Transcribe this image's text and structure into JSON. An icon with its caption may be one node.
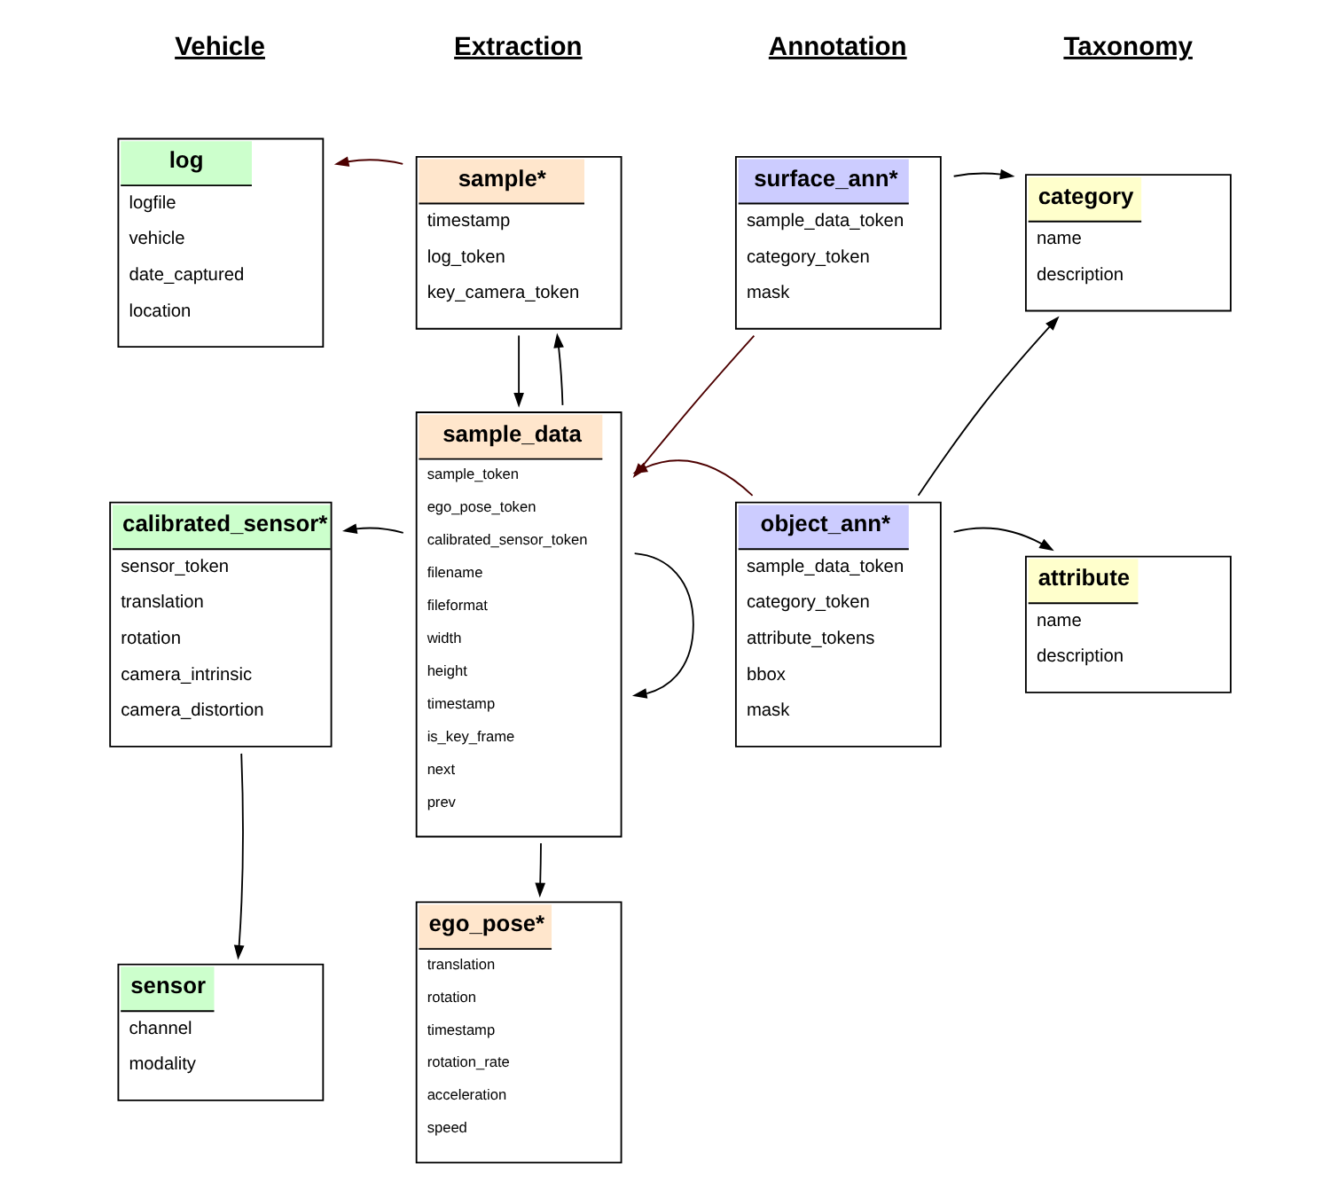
{
  "diagram": {
    "nodes": [
      {
        "text": [
          "log",
          "logfile",
          "vehicle",
          "date_captured",
          "location"
        ]
      },
      {
        "text": [
          "sample*",
          "timestamp",
          "log_token",
          "key_camera_token"
        ]
      },
      {
        "text": [
          "surface_ann*",
          "sample_data_token",
          "category_token",
          "mask"
        ]
      },
      {
        "text": [
          "category",
          "name",
          "description"
        ]
      },
      {
        "text": [
          "calibrated_sensor*",
          "sensor_token",
          "translation",
          "rotation",
          "camera_intrinsic",
          "camera_distortion"
        ]
      },
      {
        "text": [
          "sample_data",
          "sample_token",
          "ego_pose_token",
          "calibrated_sensor_token",
          "filename",
          "fileformat",
          "width",
          "height",
          "timestamp",
          "is_key_frame",
          "next",
          "prev"
        ]
      },
      {
        "text": [
          "object_ann*",
          "sample_data_token",
          "category_token",
          "attribute_tokens",
          "bbox",
          "mask"
        ]
      },
      {
        "text": [
          "attribute",
          "name",
          "description"
        ]
      },
      {
        "text": [
          "sensor",
          "channel",
          "modality"
        ]
      },
      {
        "text": [
          "ego_pose*",
          "translation",
          "rotation",
          "timestamp",
          "rotation_rate",
          "acceleration",
          "speed"
        ]
      }
    ],
    "edges": [
      {
        "from": 1,
        "to": 0,
        "arrow": "to",
        "color": "#4d0000"
      },
      {
        "from": 1,
        "to": 5,
        "arrow": "to"
      },
      {
        "from": 5,
        "to": 1,
        "arrow": "to"
      },
      {
        "from": 5,
        "to": 5,
        "arrow": "to"
      },
      {
        "from": 5,
        "to": 4,
        "arrow": "to"
      },
      {
        "from": 2,
        "to": 3,
        "arrow": "to"
      },
      {
        "from": 2,
        "to": 5,
        "arrow": "to",
        "color": "#4d0000"
      },
      {
        "from": 6,
        "to": 3,
        "arrow": "to"
      },
      {
        "from": 6,
        "to": 7,
        "arrow": "to"
      },
      {
        "from": 6,
        "to": 5,
        "arrow": "to",
        "color": "#4d0000"
      },
      {
        "from": 4,
        "to": 8,
        "arrow": "to"
      },
      {
        "from": 5,
        "to": 9,
        "arrow": "to"
      }
    ],
    "labels": [
      "Vehicle",
      "Extraction",
      "Annotation",
      "Taxonomy"
    ]
  }
}
